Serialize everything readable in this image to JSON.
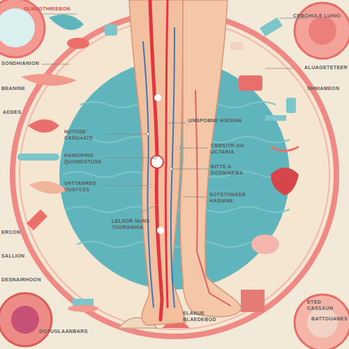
{
  "diagram": {
    "labels": [
      "OLNUGTHRIEBON",
      "SONDHIANION",
      "BEANINE",
      "ADDES",
      "HUTOSE CARSHATE",
      "HAMORING QUONSOTUSE",
      "VHTTARRED OUSTCES",
      "LELSOR NUNS TODRANHIA",
      "UNSPOBNE HIASIHA",
      "CBRSITR OH UCTARIA",
      "BITTE A DOSNIAEMA",
      "SOTSTONADE HASIANE",
      "CEBCHULE LUHIO",
      "ALUAGETETEER",
      "SHNIAMEON",
      "ERCON",
      "SALLION",
      "DESNAIRHOON",
      "DOTUGLAANBARS",
      "ETED CASSAUN",
      "BATTOUANES",
      "ELANUE BLAEDEBOD"
    ]
  }
}
